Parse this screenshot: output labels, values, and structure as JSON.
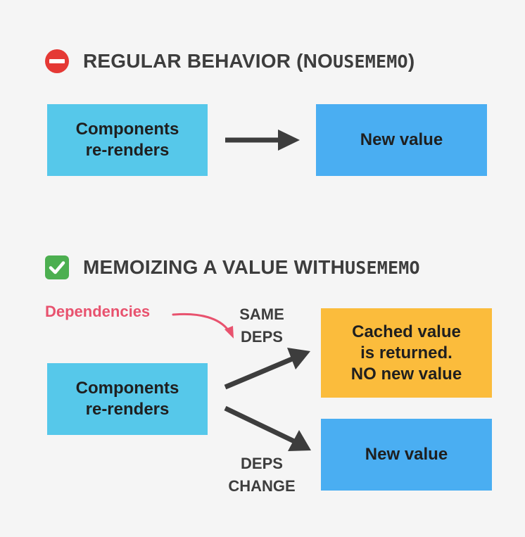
{
  "section1": {
    "title_prefix": "REGULAR BEHAVIOR (NO ",
    "title_code": "USEMEMO",
    "title_suffix": ")",
    "icon": "no-entry-icon",
    "source_box": "Components\nre-renders",
    "target_box": "New value"
  },
  "section2": {
    "title_prefix": "MEMOIZING A VALUE WITH ",
    "title_code": "USEMEMO",
    "icon": "check-mark-icon",
    "dependencies_label": "Dependencies",
    "source_box": "Components\nre-renders",
    "same_deps_label": "SAME\nDEPS",
    "deps_change_label": "DEPS\nCHANGE",
    "cached_box": "Cached value\nis returned.\nNO new value",
    "new_value_box": "New value"
  },
  "colors": {
    "background": "#f5f5f5",
    "source_box": "#56c8ea",
    "new_value_box": "#4aaef2",
    "cached_box": "#fbbc3c",
    "arrow": "#3d3d3d",
    "dependencies": "#e8526e",
    "no_entry_icon": "#e53935",
    "check_icon": "#4caf50"
  }
}
